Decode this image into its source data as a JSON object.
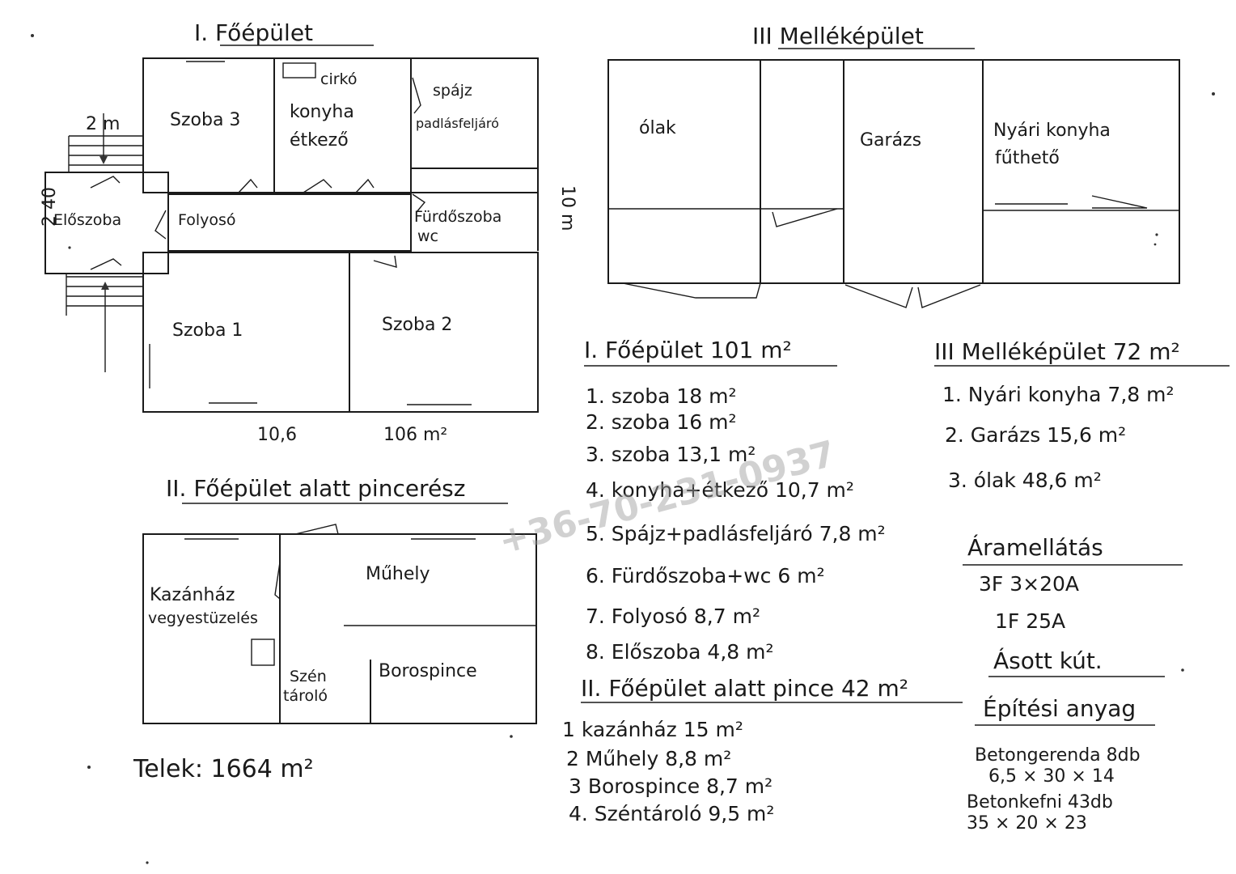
{
  "buildings": {
    "main": {
      "title": "I. Főépület",
      "rooms": {
        "szoba3": "Szoba 3",
        "konyha_cirko": "cirkó",
        "konyha_1": "konyha",
        "konyha_2": "étkező",
        "spajz_1": "spájz",
        "spajz_2": "padlásfeljáró",
        "eloszoba": "Előszoba",
        "folyoso": "Folyosó",
        "furdo_1": "Fürdőszoba",
        "furdo_2": "wc",
        "szoba1": "Szoba 1",
        "szoba2": "Szoba 2"
      },
      "dim_top": "2 m",
      "dim_left": "2 40",
      "dim_right": "10 m",
      "dim_bottom": "10,6",
      "area_bottom": "106 m²"
    },
    "cellar": {
      "title": "II. Főépület alatt pincerész",
      "rooms": {
        "kazanhaz_1": "Kazánház",
        "kazanhaz_2": "vegyestüzelés",
        "muhely": "Műhely",
        "szen_1": "Szén",
        "szen_2": "tároló",
        "borospince": "Borospince"
      }
    },
    "annex": {
      "title": "III Melléképület",
      "rooms": {
        "olak": "ólak",
        "garazs": "Garázs",
        "nyari_1": "Nyári konyha",
        "nyari_2": "fűthető"
      }
    }
  },
  "telek": "Telek: 1664 m²",
  "list_main": {
    "title": "I. Főépület 101 m²",
    "items": [
      "1. szoba 18 m²",
      "2. szoba 16 m²",
      "3. szoba 13,1 m²",
      "4. konyha+étkező 10,7 m²",
      "5. Spájz+padlásfeljáró 7,8 m²",
      "6. Fürdőszoba+wc 6 m²",
      "7. Folyosó 8,7 m²",
      "8. Előszoba 4,8 m²"
    ]
  },
  "list_cellar": {
    "title": "II. Főépület alatt pince 42 m²",
    "items": [
      "1 kazánház 15 m²",
      "2 Műhely 8,8 m²",
      "3 Borospince 8,7 m²",
      "4. Széntároló 9,5 m²"
    ]
  },
  "list_annex": {
    "title": "III Melléképület 72 m²",
    "items": [
      "1. Nyári konyha 7,8 m²",
      "2. Garázs 15,6 m²",
      "3. ólak 48,6 m²"
    ]
  },
  "utilities": {
    "title": "Áramellátás",
    "line1": "3F 3×20A",
    "line2": "1F 25A",
    "well": "Ásott kút."
  },
  "materials": {
    "title": "Építési anyag",
    "line1": "Betongerenda 8db",
    "line2": "6,5 × 30 × 14",
    "line3": "Betonkefni 43db",
    "line4": "35 × 20 × 23"
  },
  "watermark": "+36-70-231-0937"
}
